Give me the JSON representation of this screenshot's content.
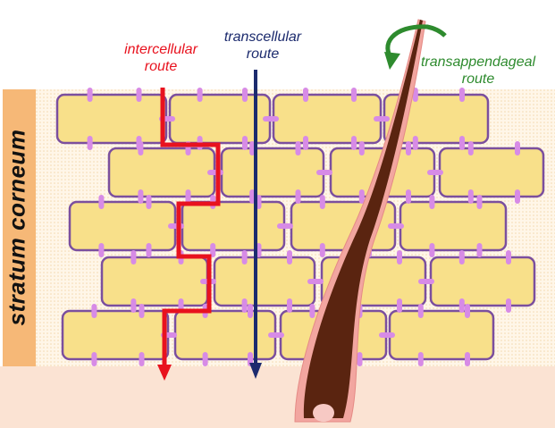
{
  "labels": {
    "intercellular_line1": "intercellular",
    "intercellular_line2": "route",
    "transcellular_line1": "transcellular",
    "transcellular_line2": "route",
    "transappendageal_line1": "transappendageal",
    "transappendageal_line2": "route",
    "stratum_corneum": "stratum corneum"
  },
  "colors": {
    "intercellular": "#e8121e",
    "transcellular": "#1c2b6e",
    "transappendageal": "#2e8b2e",
    "cell_fill": "#f8e08a",
    "cell_border": "#7b4f9e",
    "lipid_connector": "#d78be6",
    "hair": "#5a2410",
    "hair_sheath": "#f2a6a0",
    "skin_band": "#f6b877",
    "dermis": "#fbe3d3"
  }
}
